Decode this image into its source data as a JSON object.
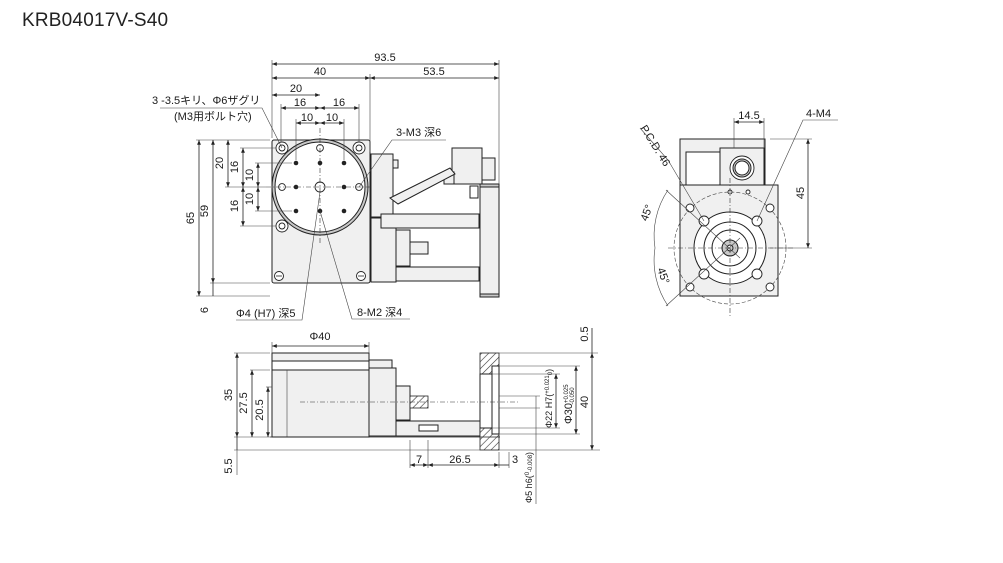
{
  "title": "KRB04017V-S40",
  "top_view": {
    "dims": {
      "total_width": "93.5",
      "left_width": "40",
      "right_width": "53.5",
      "w20": "20",
      "w16a": "16",
      "w16b": "16",
      "w10a": "10",
      "w10b": "10",
      "h65": "65",
      "h59": "59",
      "h20": "20",
      "h16a": "16",
      "h16b": "16",
      "h10a": "10",
      "h10b": "10",
      "h6": "6"
    },
    "callouts": {
      "counterbore_line1": "3 -3.5キリ、Φ6ザグリ",
      "counterbore_line2": "(M3用ボルト穴)",
      "tap_m3": "3-M3 深6",
      "pin_hole": "Φ4 (H7) 深5",
      "tap_m2": "8-M2 深4"
    }
  },
  "side_view": {
    "dims": {
      "dia40": "Φ40",
      "h35": "35",
      "h27_5": "27.5",
      "h20_5": "20.5",
      "h5_5": "5.5",
      "h0_5": "0.5",
      "h40": "40",
      "w7": "7",
      "w26_5": "26.5",
      "w3": "3"
    },
    "callouts": {
      "bore22": "Φ22 H7(",
      "bore22_tol_upper": "+0.021",
      "bore22_tol_lower": "0",
      "bore22_close": ")",
      "dia30": "Φ30",
      "dia30_tol_upper": "+0.025",
      "dia30_tol_lower": "-0.050",
      "shaft5": "Φ5 h6(",
      "shaft5_tol_upper": "0",
      "shaft5_tol_lower": "-0.008",
      "shaft5_close": ")"
    }
  },
  "end_view": {
    "dims": {
      "w14_5": "14.5",
      "h45": "45",
      "ang45a": "45°",
      "ang45b": "45°"
    },
    "callouts": {
      "pcd": "P.C.D. 46",
      "m4": "4-M4"
    }
  }
}
